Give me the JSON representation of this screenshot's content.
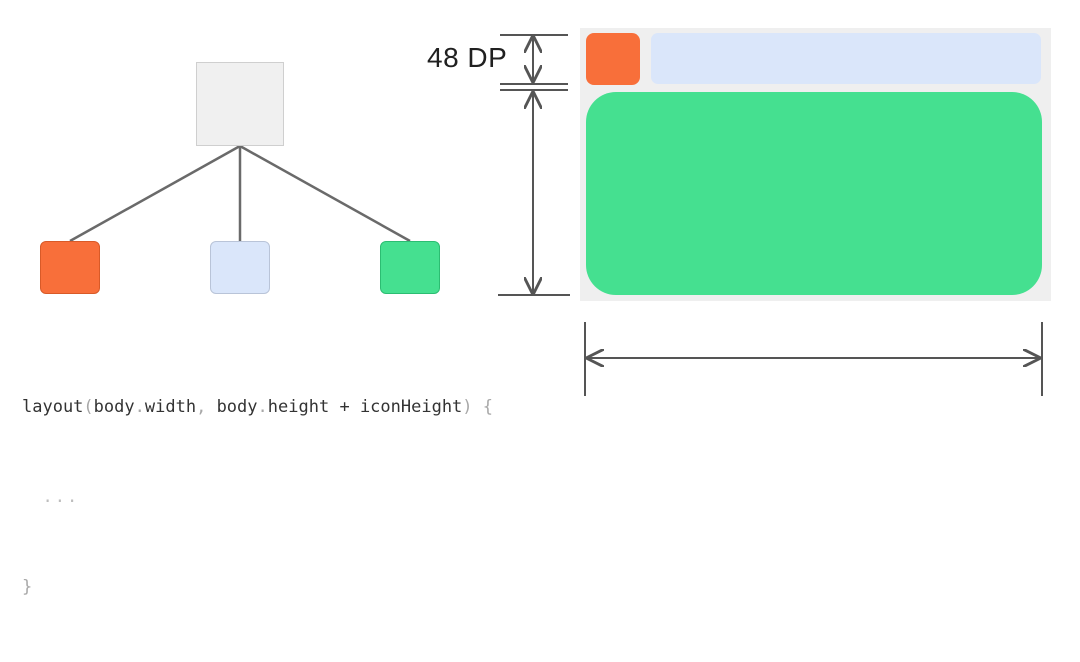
{
  "dimension_label": "48 DP",
  "code": {
    "fn": "layout",
    "open_paren": "(",
    "arg1": "body",
    "dot1": ".",
    "arg1_prop": "width",
    "comma": ",",
    "arg2": "body",
    "dot2": ".",
    "arg2_prop": "height",
    "plus": "+",
    "arg3": "iconHeight",
    "close_paren": ")",
    "open_brace": "{",
    "ellipsis": "...",
    "close_brace": "}"
  },
  "colors": {
    "orange": "#f86f3a",
    "blue": "#dae6fa",
    "green": "#45e090",
    "gray": "#f0f0f0",
    "arrow": "#555555"
  }
}
